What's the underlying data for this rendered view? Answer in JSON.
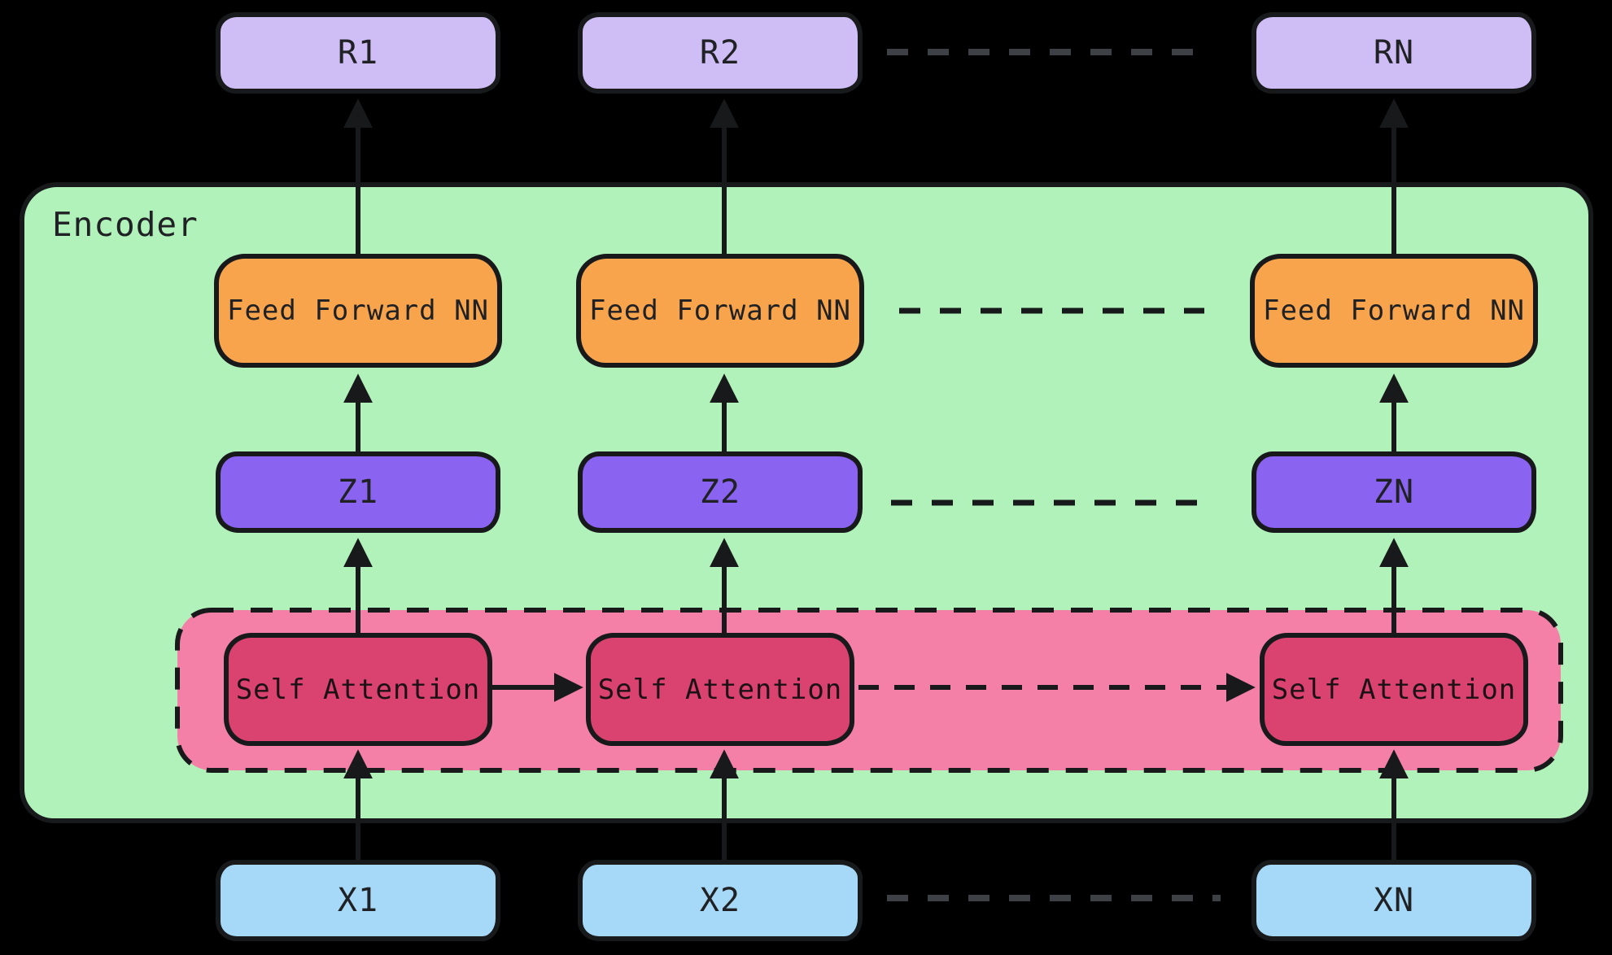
{
  "encoder": {
    "label": "Encoder"
  },
  "rows": {
    "outputs": {
      "items": [
        "R1",
        "R2",
        "RN"
      ]
    },
    "feed_forward": {
      "items": [
        "Feed Forward NN",
        "Feed Forward NN",
        "Feed Forward NN"
      ]
    },
    "z": {
      "items": [
        "Z1",
        "Z2",
        "ZN"
      ]
    },
    "self_attention": {
      "items": [
        "Self Attention",
        "Self Attention",
        "Self Attention"
      ]
    },
    "inputs": {
      "items": [
        "X1",
        "X2",
        "XN"
      ]
    }
  },
  "colors": {
    "background": "#000000",
    "encoder_fill": "#b1f2bb",
    "output_fill": "#cfbdf5",
    "feed_forward_fill": "#f8a44c",
    "z_fill": "#8a63f0",
    "attention_group_fill": "#f480a7",
    "self_attention_fill": "#da4270",
    "input_fill": "#a6d9f8",
    "stroke": "#18191b",
    "dim_dash": "#3d4145"
  }
}
